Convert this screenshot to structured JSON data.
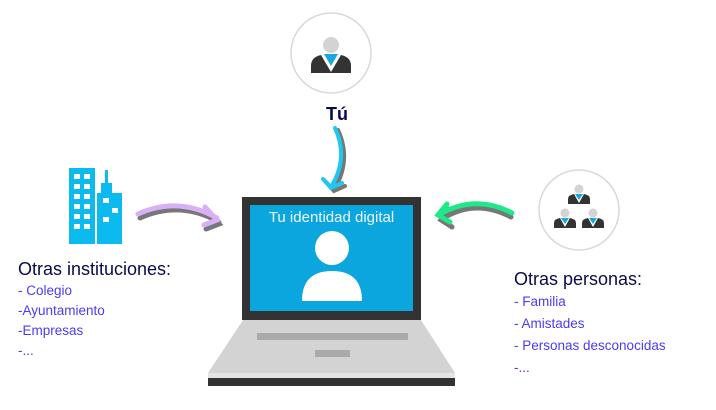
{
  "you": {
    "label": "Tú",
    "icon": "person-icon"
  },
  "laptop": {
    "screen_label": "Tu identidad digital",
    "icon": "user-silhouette-icon"
  },
  "institutions": {
    "title": "Otras instituciones:",
    "items": [
      "- Colegio",
      "-Ayuntamiento",
      "-Empresas",
      "-..."
    ],
    "icon": "building-icon"
  },
  "people": {
    "title": "Otras personas:",
    "items": [
      "- Familia",
      "- Amistades",
      "- Personas desconocidas",
      "-..."
    ],
    "icon": "people-group-icon"
  },
  "colors": {
    "screen": "#0ca6de",
    "building": "#0bbbef",
    "arrow_you": "#1ec8f0",
    "arrow_institutions": "#d7b0f5",
    "arrow_people": "#1ee88a",
    "title": "#0a0a4a",
    "item": "#4a3cf0"
  }
}
